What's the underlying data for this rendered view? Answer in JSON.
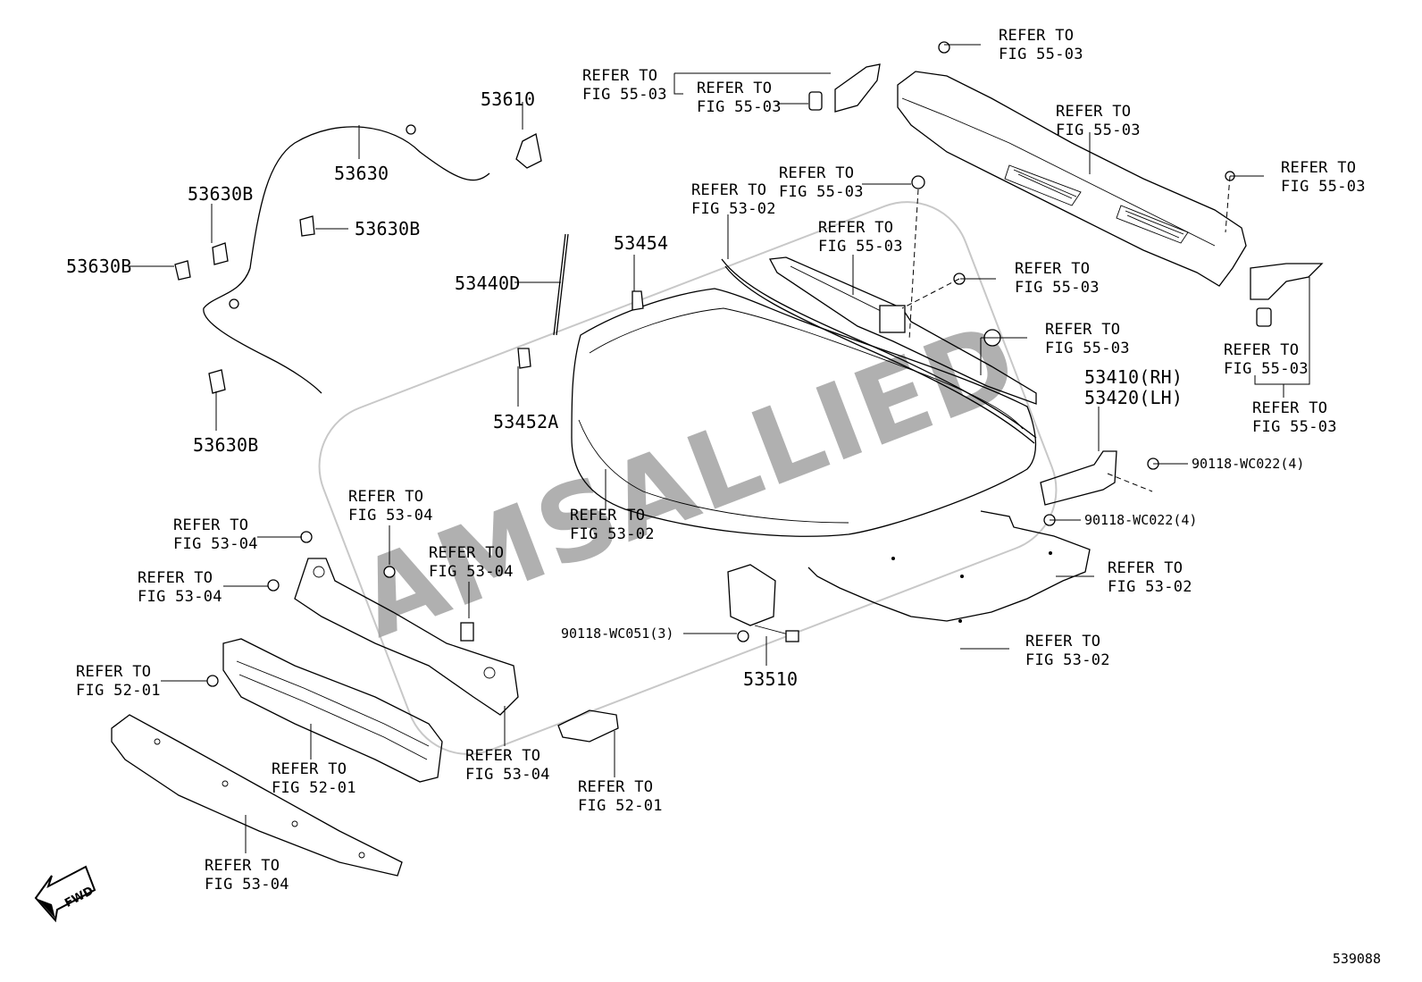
{
  "labels": {
    "refer_to": "REFER TO",
    "fig_55_03": "FIG 55-03",
    "fig_53_02": "FIG 53-02",
    "fig_53_04": "FIG 53-04",
    "fig_52_01": "FIG 52-01"
  },
  "parts": {
    "p53610": "53610",
    "p53630": "53630",
    "p53630b": "53630B",
    "p53454": "53454",
    "p53440d": "53440D",
    "p53452a": "53452A",
    "p53410": "53410(RH)",
    "p53420": "53420(LH)",
    "p53510": "53510",
    "bolt_wc022": "90118-WC022(4)",
    "bolt_wc051": "90118-WC051(3)"
  },
  "watermark": "AMSALLIED",
  "fwd_label": "FWD",
  "figure_id": "539088"
}
